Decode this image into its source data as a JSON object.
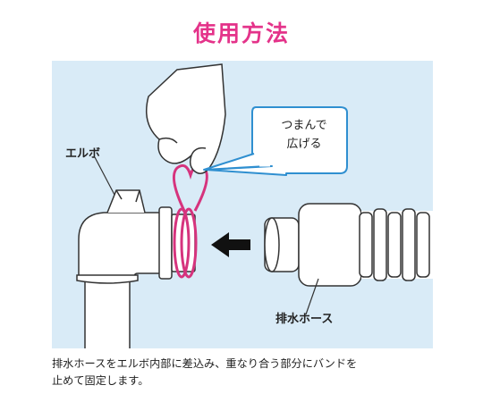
{
  "title": "使用方法",
  "labels": {
    "elbow": "エルボ",
    "hose": "排水ホース",
    "bubble_line1": "つまんで",
    "bubble_line2": "広げる"
  },
  "caption": {
    "line1": "排水ホースをエルボ内部に差込み、重なり合う部分にバンドを",
    "line2": "止めて固定します。"
  },
  "colors": {
    "title": "#e4338a",
    "panel": "#d9ebf7",
    "band": "#d6337d",
    "bubble_border": "#2f8fd0"
  }
}
